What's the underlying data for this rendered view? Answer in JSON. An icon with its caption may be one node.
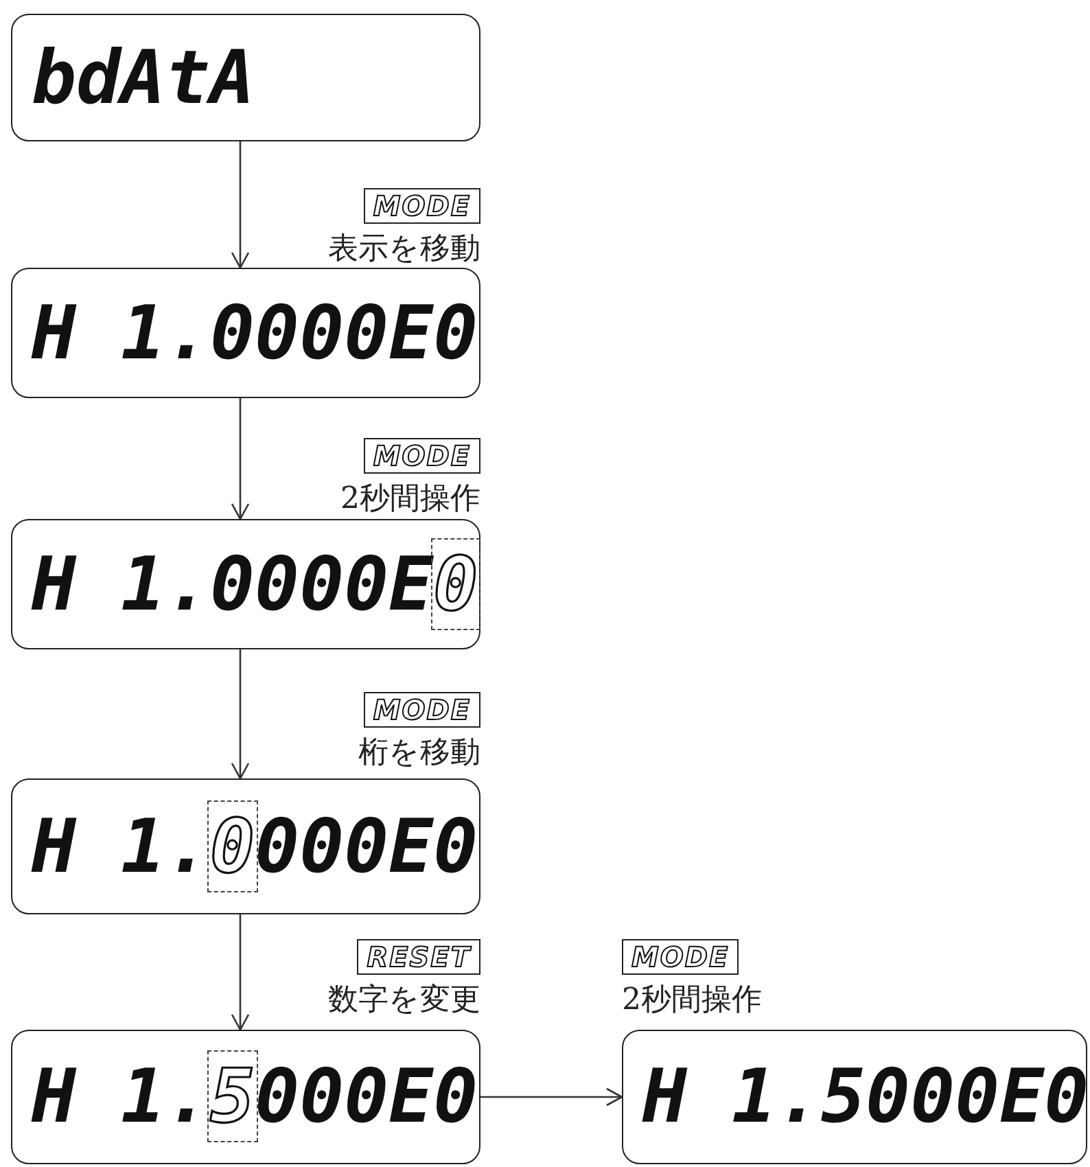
{
  "diagram": {
    "nodes": [
      {
        "text": [
          "bdAtA"
        ]
      },
      {
        "text": [
          "H 1.0000E0"
        ]
      },
      {
        "text": [
          "H 1.0000E0"
        ]
      },
      {
        "text": [
          "H 1.0000E0"
        ]
      },
      {
        "text": [
          "H 1.5000E0"
        ]
      },
      {
        "text": [
          "H 1.5000E0"
        ]
      }
    ],
    "edges": [
      {
        "from": 0,
        "to": 1,
        "arrow": "to",
        "label": "表示を移動"
      },
      {
        "from": 1,
        "to": 2,
        "arrow": "to",
        "label": "2秒間操作"
      },
      {
        "from": 2,
        "to": 3,
        "arrow": "to",
        "label": "桁を移動"
      },
      {
        "from": 3,
        "to": 4,
        "arrow": "to",
        "label": "数字を変更"
      },
      {
        "from": 4,
        "to": 5,
        "arrow": "to",
        "label": "2秒間操作"
      }
    ],
    "labels": [
      "MODE",
      "MODE",
      "MODE",
      "RESET",
      "MODE"
    ]
  }
}
